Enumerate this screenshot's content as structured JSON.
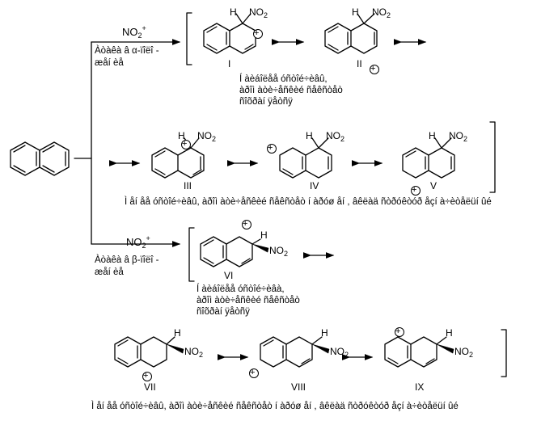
{
  "reagents": {
    "alpha_top": {
      "no2": "NO",
      "two": "2",
      "plus": "+"
    },
    "beta_top": {
      "no2": "NO",
      "two": "2",
      "plus": "+"
    }
  },
  "condition_alpha": {
    "line1": "Àòàêà â α-ïîëî -",
    "line2": "æåí èå"
  },
  "condition_beta": {
    "line1": "Àòàêà â β-ïîëî -",
    "line2": "æåí èå"
  },
  "note_alpha": {
    "line1": "Í àèáîëåå óñòîé÷èâû,",
    "line2": "àðîì àòè÷åñêèé ñåêñòåò",
    "line3": "ñîõðàí ÿåòñÿ"
  },
  "note_beta": {
    "line1": "Í àèáîëåå óñòîé÷èâà,",
    "line2": "àðîì àòè÷åñêèé ñåêñòåò",
    "line3": "ñîõðàí ÿåòñÿ"
  },
  "note_middle": "Ì åí åå óñòîé÷èâû, àðîì àòè÷åñêèé ñåêñòåò í àðóø åí , âêëàä ñòðóêòóð åçí à÷èòåëüí ûé",
  "note_bottom": "Ì åí åå óñòîé÷èâû, àðîì àòè÷åñêèé ñåêñòåò í àðóø åí , âêëàä ñòðóêòóð åçí à÷èòåëüí ûé",
  "atoms": {
    "H": "H",
    "NO": "NO",
    "two": "2",
    "plus": "+"
  },
  "structure_labels": [
    "I",
    "II",
    "III",
    "IV",
    "V",
    "VI",
    "VII",
    "VIII",
    "IX"
  ]
}
